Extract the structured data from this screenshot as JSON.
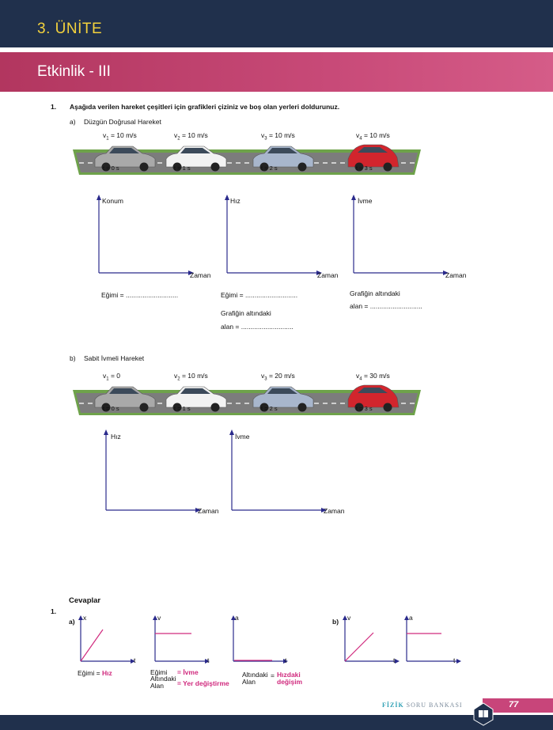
{
  "header": {
    "unit": "3. ÜNİTE",
    "activity": "Etkinlik - III"
  },
  "question": {
    "number": "1.",
    "text": "Aşağıda verilen hareket çeşitleri için grafikleri çiziniz ve boş olan yerleri doldurunuz."
  },
  "part_a": {
    "label": "a)",
    "title": "Düzgün Doğrusal Hareket",
    "cars": [
      {
        "v_var": "v",
        "v_sub": "1",
        "v_val": " = 10 m/s",
        "t_label": "t = 0 s",
        "color": "#a9a9a9"
      },
      {
        "v_var": "v",
        "v_sub": "2",
        "v_val": " = 10 m/s",
        "t_label": "t = 1 s",
        "color": "#f2f2f2"
      },
      {
        "v_var": "v",
        "v_sub": "3",
        "v_val": " = 10 m/s",
        "t_label": "t = 2 s",
        "color": "#a8b6cc"
      },
      {
        "v_var": "v",
        "v_sub": "4",
        "v_val": " = 10 m/s",
        "t_label": "t = 3 s",
        "color": "#d2252d"
      }
    ],
    "graphs": [
      {
        "ylabel": "Konum",
        "xlabel": "Zaman"
      },
      {
        "ylabel": "Hız",
        "xlabel": "Zaman"
      },
      {
        "ylabel": "İvme",
        "xlabel": "Zaman"
      }
    ],
    "blanks": {
      "slope1": "Eğimi = ............................",
      "slope2": "Eğimi = ............................",
      "area2_line1": "Grafiğin altındaki",
      "area2_line2": "alan = ............................",
      "area3_line1": "Grafiğin altındaki",
      "area3_line2": "alan = ............................"
    }
  },
  "part_b": {
    "label": "b)",
    "title": "Sabit İvmeli Hareket",
    "cars": [
      {
        "v_var": "v",
        "v_sub": "1",
        "v_val": " = 0",
        "t_label": "t = 0 s",
        "color": "#a9a9a9"
      },
      {
        "v_var": "v",
        "v_sub": "2",
        "v_val": " = 10 m/s",
        "t_label": "t = 1 s",
        "color": "#f2f2f2"
      },
      {
        "v_var": "v",
        "v_sub": "3",
        "v_val": " = 20 m/s",
        "t_label": "t = 2 s",
        "color": "#a8b6cc"
      },
      {
        "v_var": "v",
        "v_sub": "4",
        "v_val": " = 30 m/s",
        "t_label": "t = 3 s",
        "color": "#d2252d"
      }
    ],
    "graphs": [
      {
        "ylabel": "Hız",
        "xlabel": "Zaman"
      },
      {
        "ylabel": "İvme",
        "xlabel": "Zaman"
      }
    ]
  },
  "answers": {
    "title": "Cevaplar",
    "number": "1.",
    "a_label": "a)",
    "b_label": "b)",
    "graphs": [
      {
        "y": "x",
        "x": "t"
      },
      {
        "y": "v",
        "x": "t"
      },
      {
        "y": "a",
        "x": "t"
      },
      {
        "y": "v",
        "x": "t"
      },
      {
        "y": "a",
        "x": "t"
      }
    ],
    "notes": {
      "g1_label": "Eğimi = ",
      "g1_value": "Hız",
      "g2_l1": "Eğimi",
      "g2_v1": "= İvme",
      "g2_l2a": "Altındaki",
      "g2_l2b": "Alan",
      "g2_v2": "= Yer değiştirme",
      "g3_l1a": "Altındaki",
      "g3_l1b": "Alan",
      "g3_eq": "=",
      "g3_v1": "Hızdaki",
      "g3_v2": "değişim"
    },
    "accent": "#d02a7e"
  },
  "footer": {
    "brand_a": "FİZİK",
    "brand_b": "SORU BANKASI",
    "page": "77"
  }
}
